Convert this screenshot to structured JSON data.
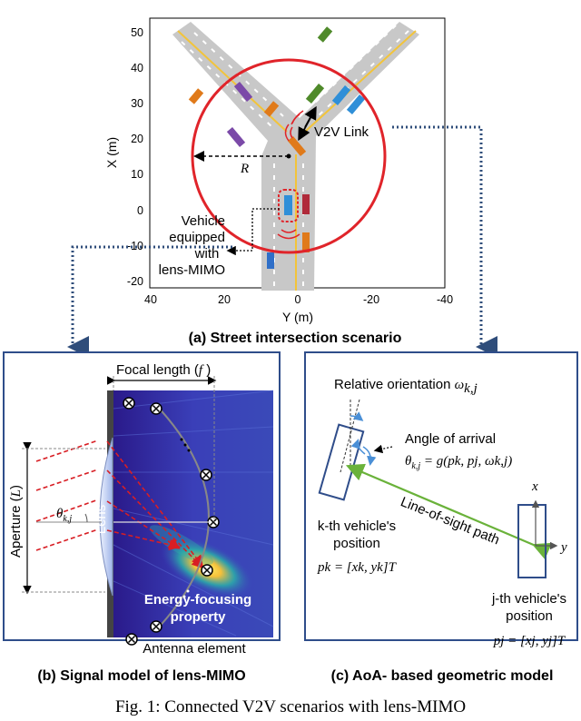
{
  "panel_a": {
    "caption": "(a) Street intersection scenario",
    "x_axis_label": "Y (m)",
    "y_axis_label": "X (m)",
    "x_ticks": [
      "40",
      "20",
      "0",
      "-20",
      "-40"
    ],
    "y_ticks": [
      "50",
      "40",
      "30",
      "20",
      "10",
      "0",
      "-10",
      "-20"
    ],
    "v2v_label": "V2V Link",
    "radius_label": "R",
    "vehicle_label_lines": [
      "Vehicle",
      "equipped",
      "with",
      "lens-MIMO"
    ],
    "colors": {
      "road": "#c8c8c8",
      "circle": "#e0242a",
      "lane_line": "#f2c43a",
      "car_orange": "#e07a1a",
      "car_purple": "#7b4aa8",
      "car_green": "#4f8a2a",
      "car_blue": "#2f8fd8",
      "car_red": "#b02a3a",
      "dotted_link": "#2f4d7a"
    }
  },
  "panel_b": {
    "caption": "(b) Signal model of lens-MIMO",
    "focal_length_label": "Focal length (",
    "focal_length_symbol": "f",
    "focal_length_close": " )",
    "aperture_label": "Aperture (",
    "aperture_symbol": "L",
    "aperture_close": ")",
    "lens_label": "Lens",
    "theta_label": "θ",
    "theta_sub": "k,j",
    "energy_line1": "Energy-focusing",
    "energy_line2": "property",
    "antenna_label": "Antenna element"
  },
  "panel_c": {
    "caption": "(c) AoA- based geometric model",
    "orientation_label": "Relative orientation ",
    "orientation_symbol": "ω",
    "orientation_sub": "k,j",
    "aoa_label": "Angle of arrival",
    "aoa_formula": "θ",
    "aoa_formula_sub": "k,j",
    "aoa_formula_rest": " = g(pk, pj, ωk,j)",
    "los_label": "Line-of-sight path",
    "kth_line1": "k-th vehicle's",
    "kth_line2": "position",
    "kth_formula": "pk = [xk, yk]T",
    "jth_line1": "j-th vehicle's",
    "jth_line2": "position",
    "jth_formula": "pj = [xj, yj]T",
    "axis_x": "x",
    "axis_y": "y",
    "colors": {
      "frame": "#2f4d8a",
      "los": "#6ab23a",
      "arrow": "#4a8fd6"
    }
  },
  "figure_caption": "Fig. 1: Connected V2V scenarios with lens-MIMO"
}
